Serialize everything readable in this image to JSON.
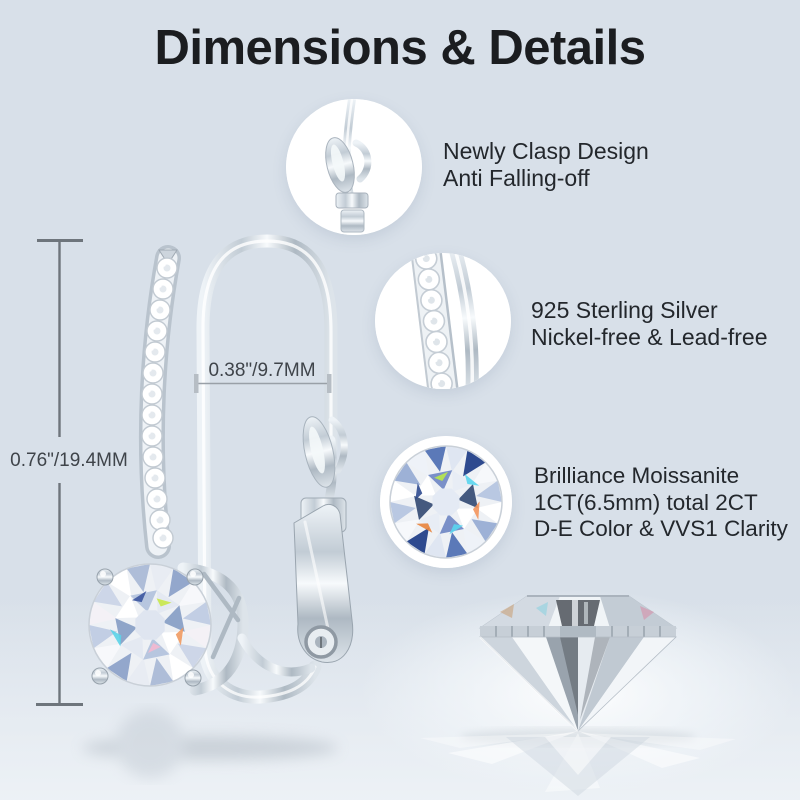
{
  "title": "Dimensions & Details",
  "dimensions": {
    "height": "0.76\"/19.4MM",
    "width": "0.38\"/9.7MM"
  },
  "callouts": [
    {
      "name": "clasp",
      "image": "clasp-closeup-image",
      "lines": [
        "Newly Clasp Design",
        "Anti Falling-off"
      ]
    },
    {
      "name": "material",
      "image": "pave-band-closeup-image",
      "lines": [
        "925 Sterling Silver",
        "Nickel-free & Lead-free"
      ]
    },
    {
      "name": "stone",
      "image": "moissanite-top-view-image",
      "lines": [
        "Brilliance Moissanite",
        "1CT(6.5mm) total 2CT",
        "D-E Color & VVS1 Clarity"
      ]
    }
  ],
  "colors": {
    "background": "#d8e0e9",
    "title_text": "#1b1d20",
    "body_text": "#23272c",
    "dimension_line": "#6e757c",
    "silver_light": "#f2f6f9",
    "silver_mid": "#c3ccd5",
    "silver_dark": "#9aa5af",
    "accent_blue": "#5b79b8",
    "accent_navy": "#2e4a8f",
    "accent_cyan": "#59d5ee",
    "accent_orange": "#f4955c"
  }
}
